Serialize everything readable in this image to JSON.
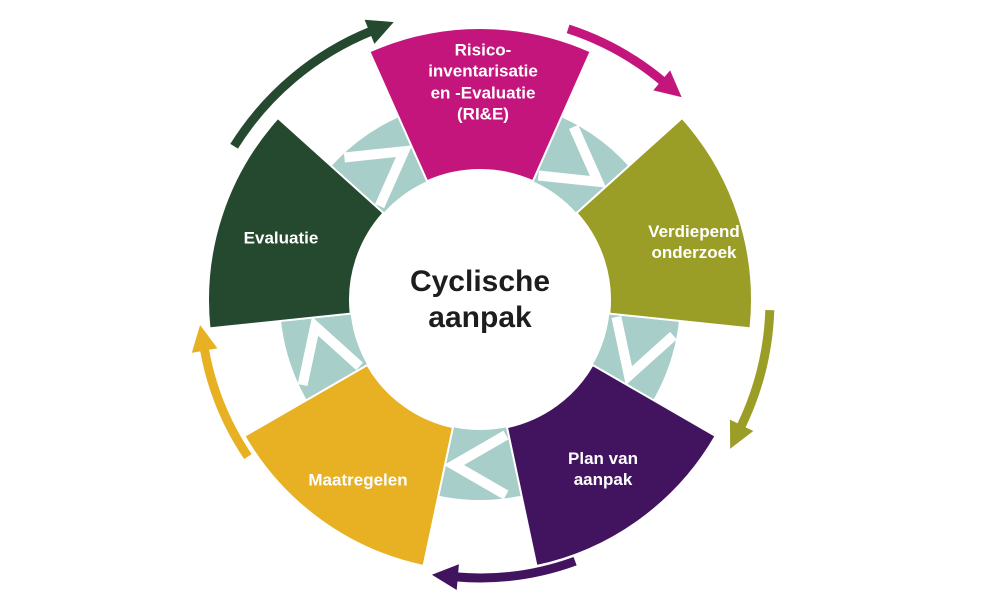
{
  "diagram": {
    "center_label": "Cyclische\naanpak",
    "center_text_color": "#1d1d1b",
    "ring_color": "#a7cec9",
    "chevron_color": "#ffffff",
    "background_color": "#ffffff",
    "segments": [
      {
        "id": "rie",
        "label": "Risico-\ninventarisatie\nen -Evaluatie\n(RI&E)",
        "color": "#c4157c"
      },
      {
        "id": "verdiepend-onderzoek",
        "label": "Verdiepend\nonderzoek",
        "color": "#9a9d26"
      },
      {
        "id": "plan-van-aanpak",
        "label": "Plan van\naanpak",
        "color": "#42145f"
      },
      {
        "id": "maatregelen",
        "label": "Maatregelen",
        "color": "#e8b124"
      },
      {
        "id": "evaluatie",
        "label": "Evaluatie",
        "color": "#24492f"
      }
    ]
  }
}
